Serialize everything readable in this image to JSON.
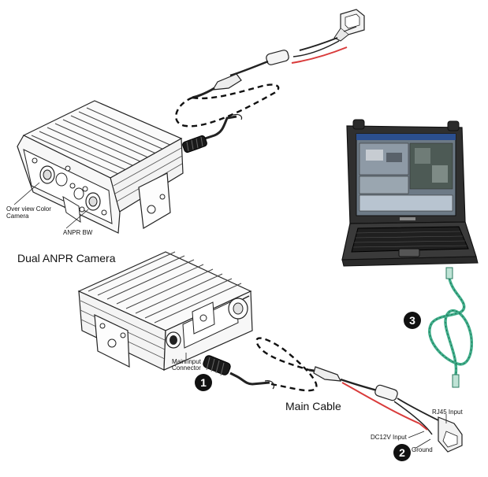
{
  "labels": {
    "overview_camera_line1": "Over view Color",
    "overview_camera_line2": "Camera",
    "anpr_bw": "ANPR BW",
    "dual_anpr_camera": "Dual ANPR Camera",
    "main_input_line1": "Main input",
    "main_input_line2": "Connector",
    "main_cable": "Main Cable",
    "rj45_input": "RJ45 Input",
    "dc12v_input": "DC12V Input",
    "ground": "Ground"
  },
  "badges": {
    "one": "1",
    "two": "2",
    "three": "3"
  },
  "colors": {
    "cable_red": "#d93b3b",
    "ethernet_green": "#3fae8a",
    "laptop_body": "#2f2f2f",
    "badge_fill": "#111111"
  }
}
